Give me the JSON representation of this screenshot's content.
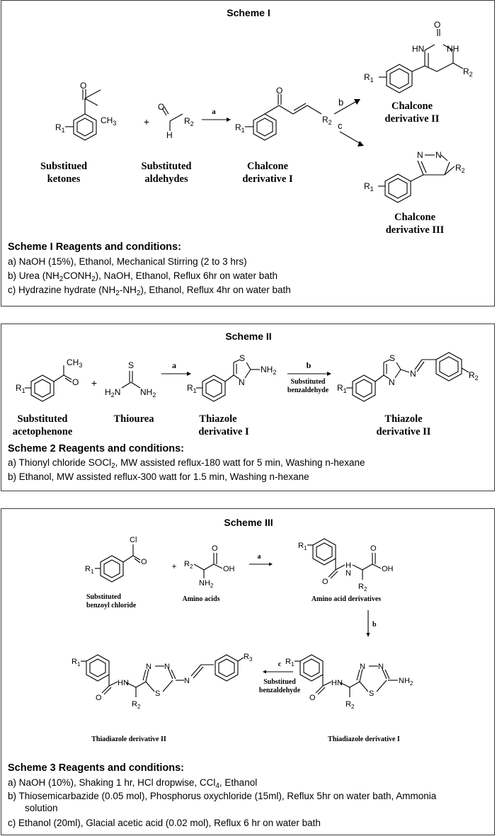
{
  "scheme1": {
    "title": "Scheme I",
    "labels": {
      "r1": "R",
      "r1_sub": "1",
      "r2": "R",
      "r2_sub": "2",
      "o": "O",
      "h": "H",
      "ch3": "CH",
      "ch3_sub": "3",
      "plus": "+",
      "nh": "NH",
      "hn": "HN",
      "n": "N"
    },
    "arrows": {
      "a": "a",
      "b": "b",
      "c": "c"
    },
    "captions": {
      "ketones_l1": "Substitued",
      "ketones_l2": "ketones",
      "aldehydes_l1": "Substituted",
      "aldehydes_l2": "aldehydes",
      "chalcone1_l1": "Chalcone",
      "chalcone1_l2": "derivative I",
      "chalcone2_l1": "Chalcone",
      "chalcone2_l2": "derivative II",
      "chalcone3_l1": "Chalcone",
      "chalcone3_l2": "derivative III"
    },
    "reagents_title": "Scheme I Reagents and conditions:",
    "reagents": {
      "a": "a) NaOH (15%), Ethanol, Mechanical Stirring (2 to 3 hrs)",
      "b_pre": "b) Urea (NH",
      "b_s1": "2",
      "b_mid": "CONH",
      "b_s2": "2",
      "b_post": "), NaOH, Ethanol, Reflux 6hr on water bath",
      "c_pre": "c) Hydrazine hydrate (NH",
      "c_s1": "2",
      "c_mid": "-NH",
      "c_s2": "2",
      "c_post": "), Ethanol, Reflux 4hr on water bath"
    }
  },
  "scheme2": {
    "title": "Scheme II",
    "labels": {
      "ch3": "CH",
      "ch3_sub": "3",
      "o": "O",
      "r1": "R",
      "r1_sub": "1",
      "plus": "+",
      "s": "S",
      "h2n": "H",
      "h2n_sub": "2",
      "h2n_n": "N",
      "nh2": "NH",
      "nh2_sub": "2",
      "n": "N",
      "r2": "R",
      "r2_sub": "2"
    },
    "arrows": {
      "a": "a",
      "b": "b",
      "b_note_l1": "Substituted",
      "b_note_l2": "benzaldehyde"
    },
    "captions": {
      "aceto_l1": "Substituted",
      "aceto_l2": "acetophenone",
      "thiourea": "Thiourea",
      "thiazole1_l1": "Thiazole",
      "thiazole1_l2": "derivative I",
      "thiazole2_l1": "Thiazole",
      "thiazole2_l2": "derivative II"
    },
    "reagents_title": "Scheme 2 Reagents and conditions:",
    "reagents": {
      "a_pre": "a)   Thionyl chloride SOCl",
      "a_sub": "2",
      "a_post": ", MW assisted reflux-180 watt for 5 min, Washing n-hexane",
      "b": "b)   Ethanol, MW assisted reflux-300 watt for 1.5 min, Washing n-hexane"
    }
  },
  "scheme3": {
    "title": "Scheme III",
    "labels": {
      "cl": "Cl",
      "o": "O",
      "r1": "R",
      "r1_sub": "1",
      "plus": "+",
      "r2": "R",
      "r2_sub": "2",
      "oh": "OH",
      "nh2": "NH",
      "nh2_sub": "2",
      "h": "H",
      "n": "N",
      "hn": "HN",
      "s": "S",
      "r3": "R",
      "r3_sub": "3"
    },
    "arrows": {
      "a": "a",
      "b": "b",
      "c": "c",
      "c_note_l1": "Substitued",
      "c_note_l2": "benzaldehyde"
    },
    "captions": {
      "benzoyl_l1": "Substituted",
      "benzoyl_l2": "benzoyl chloride",
      "amino": "Amino acids",
      "amino_deriv": "Amino acid derivatives",
      "thiadiazole1": "Thiadiazole derivative I",
      "thiadiazole2": "Thiadiazole derivative II"
    },
    "reagents_title": "Scheme 3 Reagents and conditions:",
    "reagents": {
      "a_pre": "a)   NaOH (10%), Shaking 1 hr, HCl dropwise, CCl",
      "a_sub": "4",
      "a_post": ", Ethanol",
      "b_l1": "b)   Thiosemicarbazide (0.05 mol), Phosphorus oxychloride (15ml), Reflux 5hr on water bath, Ammonia",
      "b_l2": "solution",
      "c": "c)   Ethanol (20ml), Glacial acetic acid (0.02 mol), Reflux 6 hr on water bath"
    }
  }
}
